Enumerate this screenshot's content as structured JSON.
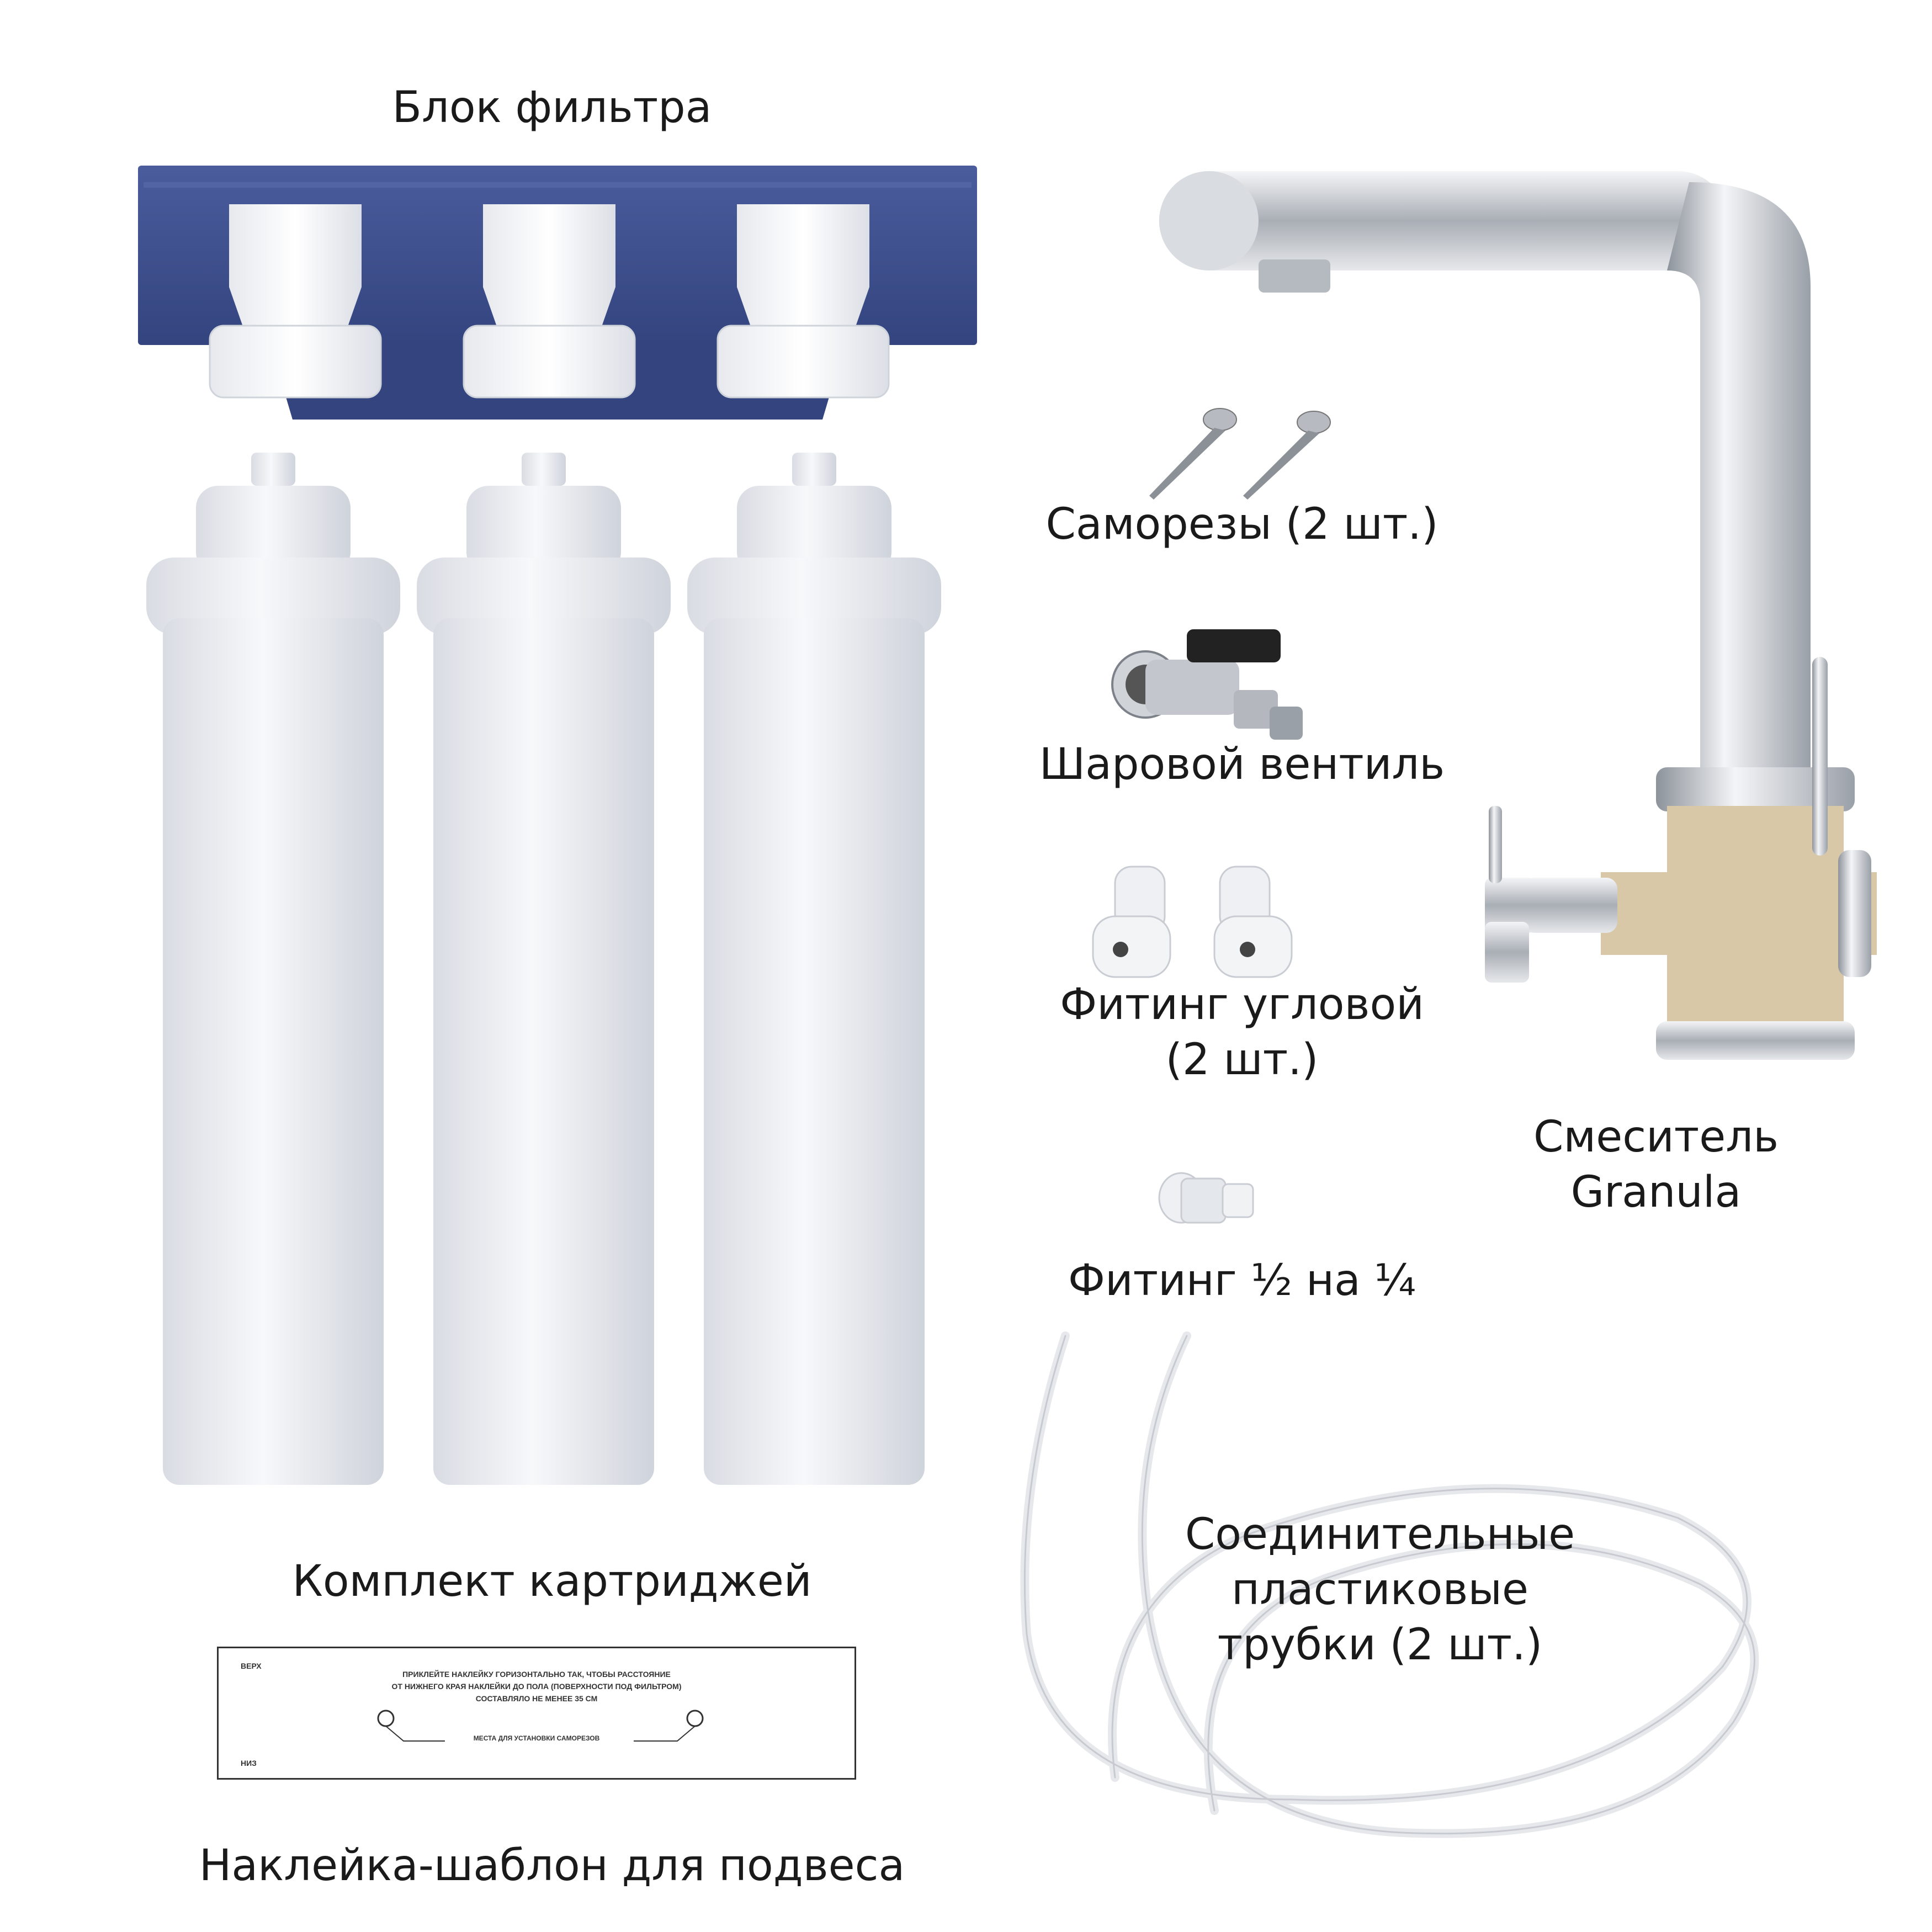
{
  "items": {
    "filter_block": "Блок фильтра",
    "cartridges": "Комплект картриджей",
    "sticker": "Наклейка-шаблон для подвеса",
    "screws": "Саморезы (2 шт.)",
    "ball_valve": "Шаровой вентиль",
    "angle_fitting": [
      "Фитинг угловой",
      "(2 шт.)"
    ],
    "adapter_fitting": "Фитинг ½ на ¼",
    "faucet": [
      "Смеситель",
      "Granula"
    ],
    "tubes": [
      "Соединительные",
      "пластиковые",
      "трубки (2 шт.)"
    ]
  },
  "sticker_template": {
    "top_mark": "ВЕРХ",
    "bottom_mark": "НИЗ",
    "instruction": "ПРИКЛЕЙТЕ НАКЛЕЙКУ ГОРИЗОНТАЛЬНО ТАК, ЧТОБЫ РАССТОЯНИЕ\nОТ НИЖНЕГО КРАЯ НАКЛЕЙКИ ДО ПОЛА (ПОВЕРХНОСТИ ПОД ФИЛЬТРОМ)\nСОСТАВЛЯЛО НЕ МЕНЕЕ 35 СМ",
    "holes_label": "МЕСТА ДЛЯ УСТАНОВКИ САМОРЕЗОВ"
  },
  "colors": {
    "block_blue": "#3d4f8f",
    "cartridge_white": "#f1f2f4",
    "chrome": "#c9cdd2",
    "granite_beige": "#d8c8a8"
  }
}
